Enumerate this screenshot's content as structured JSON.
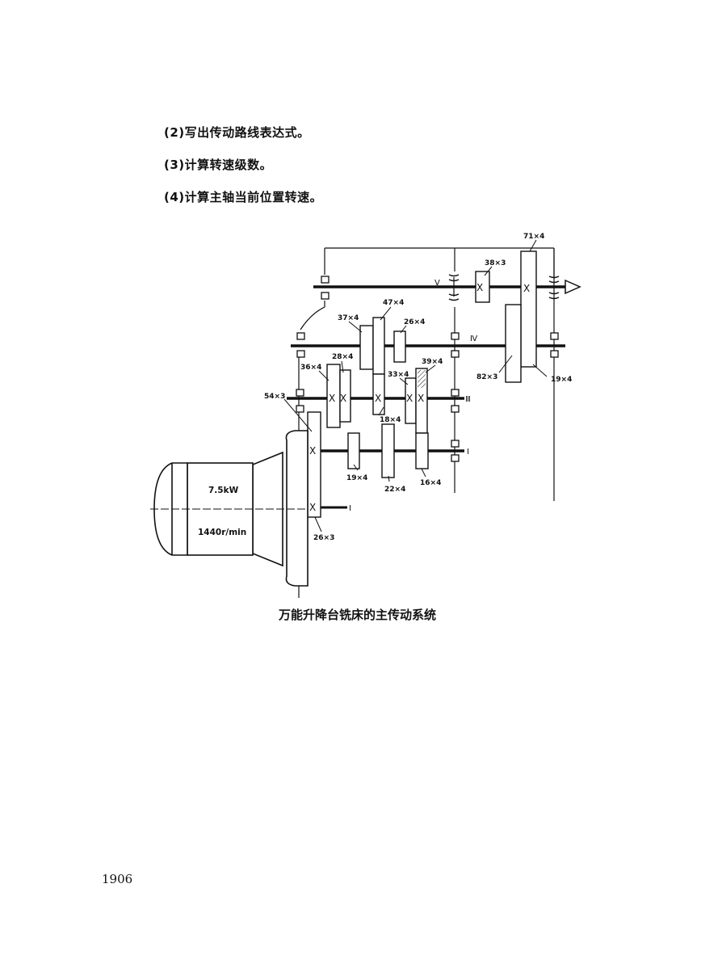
{
  "questions": [
    "(2)写出传动路线表达式。",
    "(3)计算转速级数。",
    "(4)计算主轴当前位置转速。"
  ],
  "motor": {
    "power": "7.5kW",
    "speed": "1440r/min"
  },
  "shafts": {
    "s1a": "I",
    "s1b": "I",
    "s3": "Ⅲ",
    "s4": "Ⅳ",
    "s5": "V"
  },
  "gears": {
    "g71": "71×4",
    "g38": "38×3",
    "g47": "47×4",
    "g37": "37×4",
    "g26b": "26×4",
    "g28": "28×4",
    "g36": "36×4",
    "g39": "39×4",
    "g33": "33×4",
    "g82": "82×3",
    "g19r": "19×4",
    "g54": "54×3",
    "g18": "18×4",
    "g19": "19×4",
    "g22": "22×4",
    "g16": "16×4",
    "g26s": "26×3"
  },
  "caption": "万能升降台铣床的主传动系统",
  "page_number": "1906"
}
